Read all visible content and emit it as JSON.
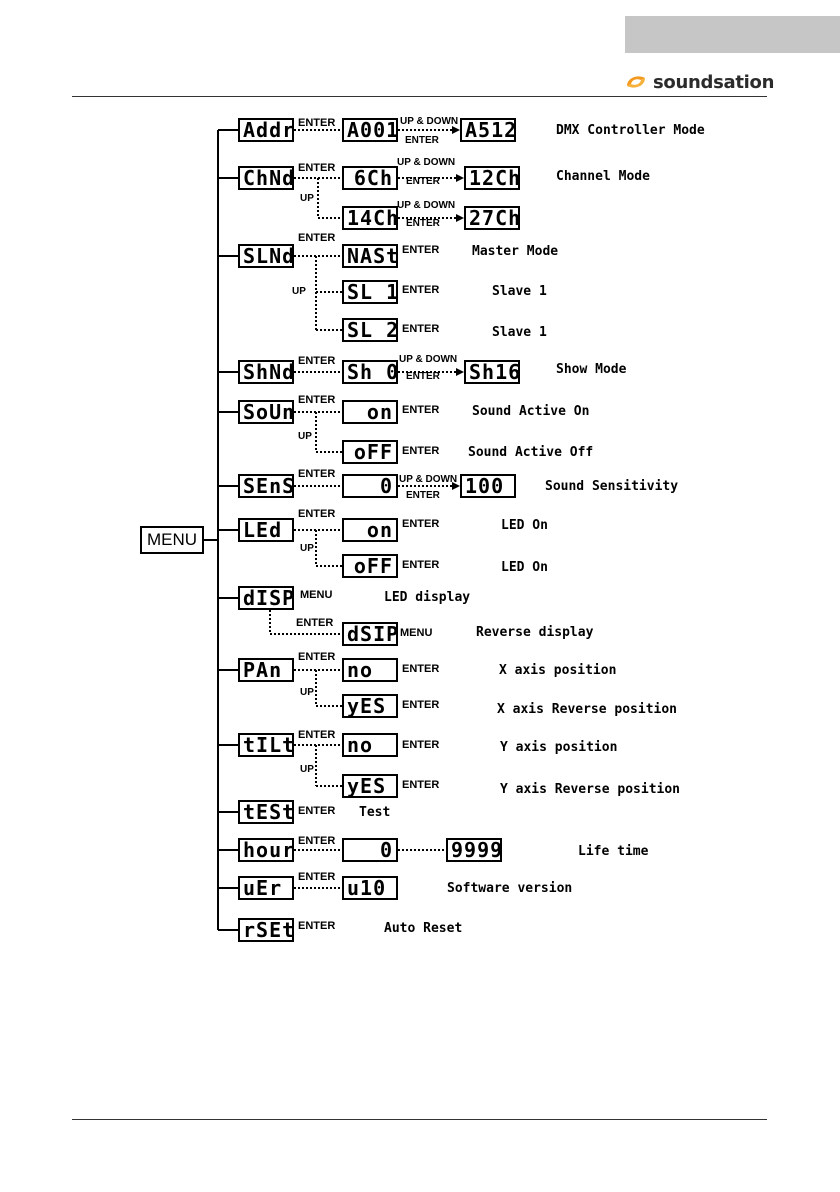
{
  "header": {
    "logo_text": "soundsation"
  },
  "menu_label": "MENU",
  "labels": {
    "enter": "ENTER",
    "up": "UP",
    "up_down": "UP & DOWN",
    "menu": "MENU"
  },
  "rows": [
    {
      "code": "Addr",
      "value": "A001",
      "max": "A512",
      "desc": "DMX Controller Mode"
    },
    {
      "code": "ChNd",
      "value": "6Ch",
      "max": "12Ch",
      "desc": "Channel Mode",
      "value2": "14Ch",
      "max2": "27Ch"
    },
    {
      "code": "SLNd",
      "value": "NASt",
      "desc": "Master Mode",
      "value2": "SL 1",
      "desc2": "Slave 1",
      "value3": "SL 2",
      "desc3": "Slave 1"
    },
    {
      "code": "ShNd",
      "value": "Sh 0",
      "max": "Sh16",
      "desc": "Show Mode"
    },
    {
      "code": "SoUn",
      "value": "on",
      "desc": "Sound Active On",
      "value2": "oFF",
      "desc2": "Sound Active Off"
    },
    {
      "code": "SEnS",
      "value": "0",
      "max": "100",
      "desc": "Sound Sensitivity"
    },
    {
      "code": "LEd",
      "value": "on",
      "desc": "LED On",
      "value2": "oFF",
      "desc2": "LED On"
    },
    {
      "code": "dISP",
      "desc": "LED display",
      "value2": "dSIP",
      "desc2": "Reverse display"
    },
    {
      "code": "PAn",
      "value": "no",
      "desc": "X axis position",
      "value2": "yES",
      "desc2": "X axis Reverse position"
    },
    {
      "code": "tILt",
      "value": "no",
      "desc": "Y axis position",
      "value2": "yES",
      "desc2": "Y axis Reverse position"
    },
    {
      "code": "tESt",
      "desc": "Test"
    },
    {
      "code": "hour",
      "value": "0",
      "max": "9999",
      "desc": "Life time"
    },
    {
      "code": "uEr",
      "value": "u10",
      "desc": "Software version"
    },
    {
      "code": "rSEt",
      "desc": "Auto Reset"
    }
  ]
}
